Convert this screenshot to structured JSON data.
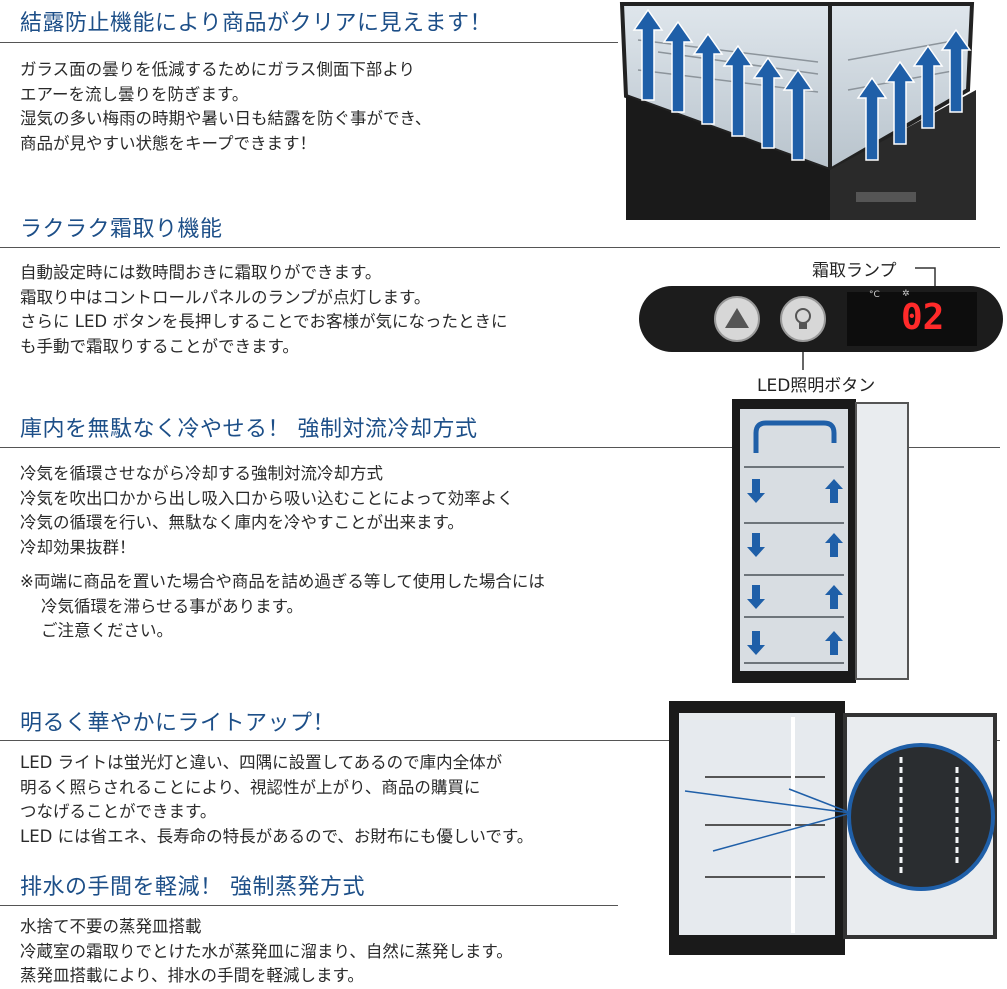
{
  "sections": {
    "anti_condensation": {
      "heading": "結露防止機能により商品がクリアに見えます！",
      "lines": [
        "ガラス面の曇りを低減するためにガラス側面下部より",
        "エアーを流し曇りを防ぎます。",
        "湿気の多い梅雨の時期や暑い日も結露を防ぐ事ができ、",
        "商品が見やすい状態をキープできます！"
      ]
    },
    "defrost": {
      "heading": "ラクラク霜取り機能",
      "lines": [
        "自動設定時には数時間おきに霜取りができます。",
        "霜取り中はコントロールパネルのランプが点灯します。",
        "さらに LED ボタンを長押しすることでお客様が気になったときに",
        "も手動で霜取りすることができます。"
      ],
      "lamp_label": "霜取ランプ",
      "led_button_label": "LED照明ボタン",
      "panel_display": "02",
      "panel_temp_symbol": "°C",
      "panel_snow_symbol": "✲"
    },
    "forced_convection": {
      "heading": "庫内を無駄なく冷やせる！ 強制対流冷却方式",
      "lines": [
        "冷気を循環させながら冷却する強制対流冷却方式",
        "冷気を吹出口かから出し吸入口から吸い込むことによって効率よく",
        "冷気の循環を行い、無駄なく庫内を冷やすことが出来ます。",
        "冷却効果抜群！"
      ],
      "note_lines": [
        "※両端に商品を置いた場合や商品を詰め過ぎる等して使用した場合には",
        "冷気循環を滞らせる事があります。",
        "ご注意ください。"
      ]
    },
    "lighting": {
      "heading": "明るく華やかにライトアップ！",
      "lines": [
        "LED ライトは蛍光灯と違い、四隅に設置してあるので庫内全体が",
        "明るく照らされることにより、視認性が上がり、商品の購買に",
        "つなげることができます。",
        "LED には省エネ、長寿命の特長があるので、お財布にも優しいです。"
      ]
    },
    "evaporation": {
      "heading": "排水の手間を軽減！ 強制蒸発方式",
      "lines": [
        "水捨て不要の蒸発皿搭載",
        "冷蔵室の霜取りでとけた水が蒸発皿に溜まり、自然に蒸発します。",
        "蒸発皿搭載により、排水の手間を軽減します。"
      ]
    }
  },
  "colors": {
    "heading": "#1d4f88",
    "arrow": "#1f5fa8",
    "led_red": "#ff2a2a",
    "cabinet": "#1a1a1a"
  }
}
